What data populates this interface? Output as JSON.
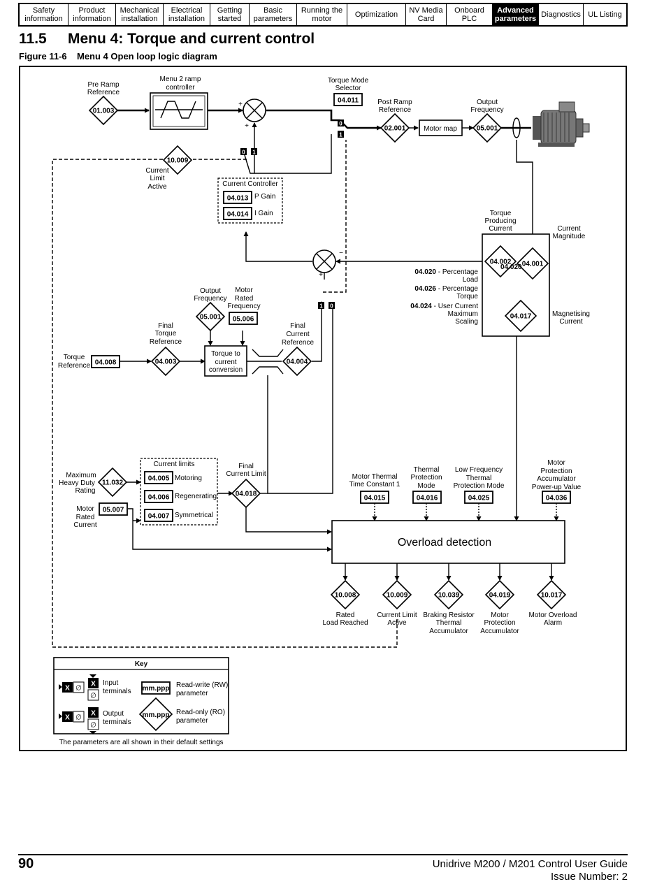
{
  "nav_tabs": [
    {
      "label": "Safety\ninformation"
    },
    {
      "label": "Product\ninformation"
    },
    {
      "label": "Mechanical\ninstallation"
    },
    {
      "label": "Electrical\ninstallation"
    },
    {
      "label": "Getting\nstarted"
    },
    {
      "label": "Basic\nparameters"
    },
    {
      "label": "Running the\nmotor"
    },
    {
      "label": "Optimization"
    },
    {
      "label": "NV Media\nCard"
    },
    {
      "label": "Onboard\nPLC"
    },
    {
      "label": "Advanced\nparameters"
    },
    {
      "label": "Diagnostics"
    },
    {
      "label": "UL Listing"
    }
  ],
  "active_tab": 10,
  "section": {
    "number": "11.5",
    "title": "Menu 4: Torque and current control"
  },
  "figure": {
    "number": "Figure 11-6",
    "title": "Menu 4 Open loop logic diagram"
  },
  "params": {
    "p01003": "01.003",
    "p10009": "10.009",
    "p04011": "04.011",
    "p02001": "02.001",
    "p05001": "05.001",
    "p04013": "04.013",
    "p04014": "04.014",
    "p04002": "04.002",
    "p04020": "04.020",
    "p04001": "04.001",
    "p04017": "04.017",
    "p05001b": "05.001",
    "p05006": "05.006",
    "p04008": "04.008",
    "p04003": "04.003",
    "p04004": "04.004",
    "p11032": "11.032",
    "p04005": "04.005",
    "p04006": "04.006",
    "p04007": "04.007",
    "p05007": "05.007",
    "p04018": "04.018",
    "p04015": "04.015",
    "p04016": "04.016",
    "p04025": "04.025",
    "p04036": "04.036",
    "p10008": "10.008",
    "p10009b": "10.009",
    "p10039": "10.039",
    "p04019": "04.019",
    "p10017": "10.017",
    "p04020b": "04.020",
    "p04026": "04.026",
    "p04024": "04.024"
  },
  "labels": {
    "pre_ramp_1": "Pre Ramp",
    "pre_ramp_2": "Reference",
    "menu2_1": "Menu 2 ramp",
    "menu2_2": "controller",
    "tms_1": "Torque Mode",
    "tms_2": "Selector",
    "post_ramp_1": "Post Ramp",
    "post_ramp_2": "Reference",
    "motor_map": "Motor map",
    "out_freq_1": "Output",
    "out_freq_2": "Frequency",
    "cla_1": "Current",
    "cla_2": "Limit",
    "cla_3": "Active",
    "cc_title": "Current Controller",
    "p_gain": "P Gain",
    "i_gain": "I Gain",
    "tpc_1": "Torque",
    "tpc_2": "Producing",
    "tpc_3": "Current",
    "cm_1": "Current",
    "cm_2": "Magnitude",
    "pct_load_1": " - Percentage",
    "pct_load_2": "Load",
    "pct_torque_1": " - Percentage",
    "pct_torque_2": "Torque",
    "ucm_1": " - User Current",
    "ucm_2": "Maximum",
    "ucm_3": "Scaling",
    "mag_1": "Magnetising",
    "mag_2": "Current",
    "of2_1": "Output",
    "of2_2": "Frequency",
    "mrf_1": "Motor",
    "mrf_2": "Rated",
    "mrf_3": "Frequency",
    "ftr_1": "Final",
    "ftr_2": "Torque",
    "ftr_3": "Reference",
    "tr_1": "Torque",
    "tr_2": "Reference",
    "ttc_1": "Torque to",
    "ttc_2": "current",
    "ttc_3": "conversion",
    "fcr_1": "Final",
    "fcr_2": "Current",
    "fcr_3": "Reference",
    "mhd_1": "Maximum",
    "mhd_2": "Heavy Duty",
    "mhd_3": "Rating",
    "cl_title": "Current limits",
    "motoring": "Motoring",
    "regen": "Regenerating",
    "symm": "Symmetrical",
    "mrc_1": "Motor",
    "mrc_2": "Rated",
    "mrc_3": "Current",
    "fcl_1": "Final",
    "fcl_2": "Current Limit",
    "mttc_1": "Motor Thermal",
    "mttc_2": "Time Constant 1",
    "tpm_1": "Thermal",
    "tpm_2": "Protection",
    "tpm_3": "Mode",
    "lft_1": "Low Frequency",
    "lft_2": "Thermal",
    "lft_3": "Protection Mode",
    "mpa_1": "Motor",
    "mpa_2": "Protection",
    "mpa_3": "Accumulator",
    "mpa_4": "Power-up Value",
    "overload": "Overload detection",
    "rlr_1": "Rated",
    "rlr_2": "Load Reached",
    "cla2_1": "Current Limit",
    "cla2_2": "Active",
    "brt_1": "Braking Resistor",
    "brt_2": "Thermal",
    "brt_3": "Accumulator",
    "mpa2_1": "Motor",
    "mpa2_2": "Protection",
    "mpa2_3": "Accumulator",
    "moa_1": "Motor Overload",
    "moa_2": "Alarm",
    "plus": "+",
    "minus": "−",
    "sw0": "0",
    "sw1": "1"
  },
  "key": {
    "title": "Key",
    "input_1": "Input",
    "input_2": "terminals",
    "output_1": "Output",
    "output_2": "terminals",
    "rw_box": "mm.ppp",
    "rw_1": "Read-write (RW)",
    "rw_2": "parameter",
    "ro_box": "mm.ppp",
    "ro_1": "Read-only (RO)",
    "ro_2": "parameter",
    "x": "X",
    "slash": "∅",
    "note": "The parameters are all shown in their default settings"
  },
  "footer": {
    "page": "90",
    "guide": "Unidrive M200 / M201 Control User Guide",
    "issue": "Issue Number: 2"
  }
}
